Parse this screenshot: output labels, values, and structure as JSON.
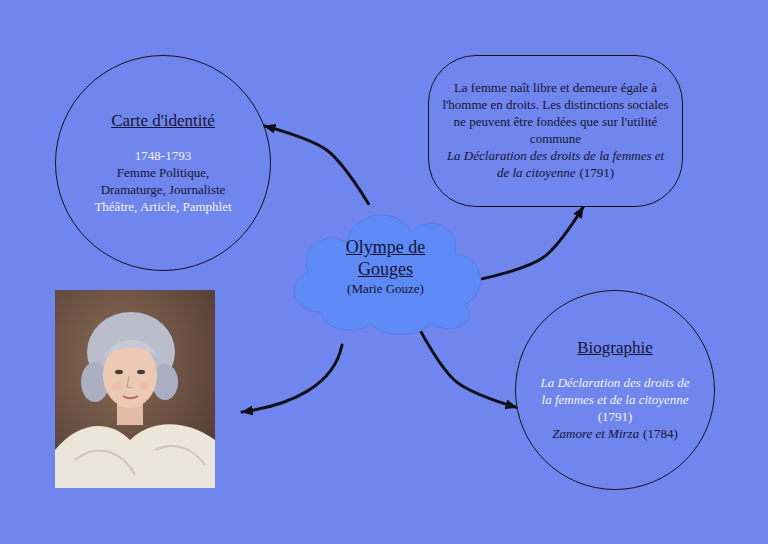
{
  "diagram": {
    "nodes": [
      {
        "text": [
          "Carte d'identité",
          "1748-1793",
          "Femme Politique, Dramaturge, Journaliste",
          "Théâtre, Article, Pamphlet"
        ]
      },
      {
        "text": [
          "La femme naît libre et demeure égale à l'homme en droits. Les distinctions sociales ne peuvent être fondées que sur l'utilité commune",
          "La Déclaration des droits de la femmes et de la citoyenne",
          "(1791)"
        ]
      },
      {
        "text": [
          "Olympe de Gouges",
          "(Marie Gouze)"
        ]
      },
      {
        "text": [
          "Biographie",
          "La Déclaration des droits de la femmes et de la citoyenne",
          "(1791)",
          "Zamore et Mirza",
          "(1784)"
        ]
      }
    ],
    "edges": [
      {
        "from": 2,
        "to": 0,
        "arrow": "to"
      },
      {
        "from": 2,
        "to": 1,
        "arrow": "to"
      },
      {
        "from": 2,
        "to": 3,
        "arrow": "to"
      }
    ]
  }
}
